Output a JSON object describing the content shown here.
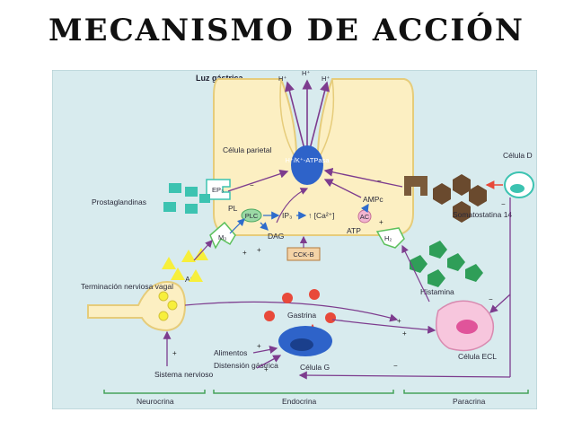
{
  "title": "MECANISMO DE ACCIÓN",
  "diagram": {
    "lumen": "Luz gástrica",
    "ions": [
      "H⁺",
      "H⁺",
      "H⁺"
    ],
    "parietal_cell": "Célula parietal",
    "pump": "H⁺/K⁺-ATPasa",
    "ampc": "AMPc",
    "ac": "AC",
    "atp": "ATP",
    "plc": "PLC",
    "pl": "PL",
    "ip3": "IP₃",
    "ca": "↑ [Ca²⁺]",
    "dag": "DAG",
    "ep3": "EP₃",
    "m3": "M₃",
    "h2": "H₂",
    "cckb": "CCK-B",
    "prostaglandins": "Prostaglandinas",
    "d_cell": "Célula D",
    "somatostatin": "Somatostatina 14",
    "ach": "ACh",
    "vagal": "Terminación nerviosa vagal",
    "nervous_system": "Sistema nervioso",
    "histamine": "Histamina",
    "gastrin": "Gastrina",
    "ecl_cell": "Célula ECL",
    "g_cell": "Célula G",
    "foods": "Alimentos",
    "distension": "Distensión gástrica",
    "neurocrine": "Neurocrina",
    "endocrine": "Endocrina",
    "paracrine": "Paracrina",
    "plus": "+",
    "minus": "−"
  },
  "colors": {
    "panel": "#d8ebee",
    "cell": "#fcefc2",
    "cell_edge": "#e6cc7a",
    "pump": "#2e63c9",
    "arrow": "#7d3c8e",
    "blue_arrow": "#2e6ccc",
    "teal": "#3cc3b1",
    "green": "#2f9e58",
    "yellow": "#f7ef3b",
    "red": "#e8493a",
    "brown": "#6a4a2e",
    "pink": "#f7c6dd",
    "bracket": "#45a35a"
  }
}
